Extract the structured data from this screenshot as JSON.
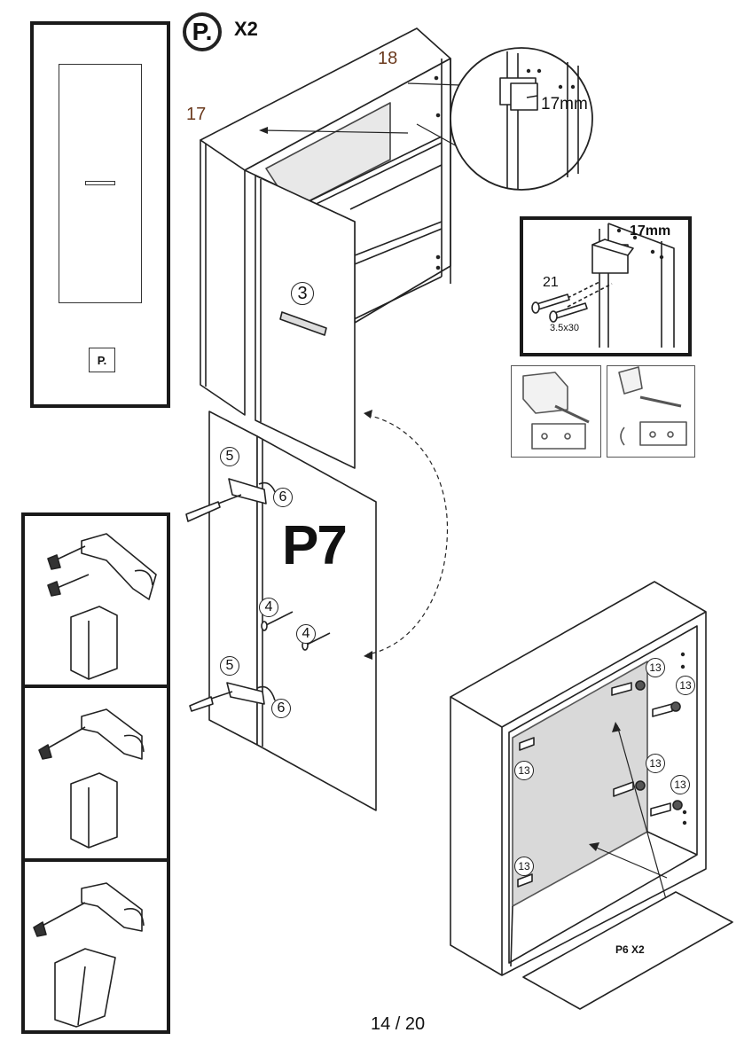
{
  "header": {
    "part_letter": "P.",
    "quantity": "X2"
  },
  "left_panel": {
    "part_label": "P."
  },
  "cabinet": {
    "edge_label_left": "17",
    "edge_label_right": "18",
    "handle_step": "3"
  },
  "zoom_detail": {
    "measurement": "17mm"
  },
  "hinge_plate_detail": {
    "measurement": "17mm",
    "screw_ref": "21",
    "screw_size": "3.5x30"
  },
  "door_assembly": {
    "panel_label": "P7",
    "hinge_top_screw_ref": "5",
    "hinge_top_hinge_ref": "6",
    "handle_screw_ref_a": "4",
    "handle_screw_ref_b": "4",
    "hinge_bottom_screw_ref": "5",
    "hinge_bottom_hinge_ref": "6"
  },
  "back_panel_assembly": {
    "clip_refs": [
      "13",
      "13",
      "13",
      "13",
      "13",
      "13"
    ],
    "panel_label": "P6 X2"
  },
  "footer": {
    "page_number": "14 / 20"
  }
}
